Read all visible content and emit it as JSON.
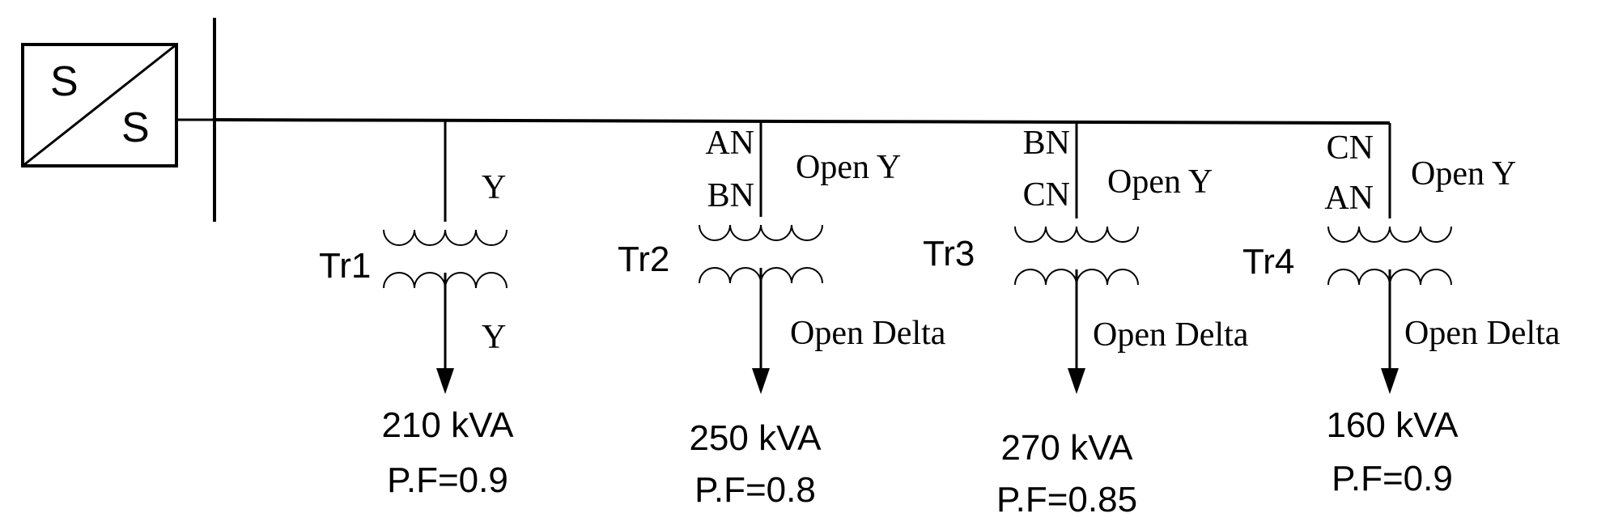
{
  "substation": {
    "top_letter": "S",
    "bottom_letter": "S"
  },
  "transformers": [
    {
      "name": "Tr1",
      "primary_phases": [],
      "primary_conn": "Y",
      "secondary_conn": "Y",
      "load": "210 kVA",
      "pf": "P.F=0.9"
    },
    {
      "name": "Tr2",
      "primary_phases": [
        "AN",
        "BN"
      ],
      "primary_conn": "Open Y",
      "secondary_conn": "Open Delta",
      "load": "250 kVA",
      "pf": "P.F=0.8"
    },
    {
      "name": "Tr3",
      "primary_phases": [
        "BN",
        "CN"
      ],
      "primary_conn": "Open Y",
      "secondary_conn": "Open Delta",
      "load": "270 kVA",
      "pf": "P.F=0.85"
    },
    {
      "name": "Tr4",
      "primary_phases": [
        "CN",
        "AN"
      ],
      "primary_conn": "Open Y",
      "secondary_conn": "Open Delta",
      "load": "160 kVA",
      "pf": "P.F=0.9"
    }
  ]
}
